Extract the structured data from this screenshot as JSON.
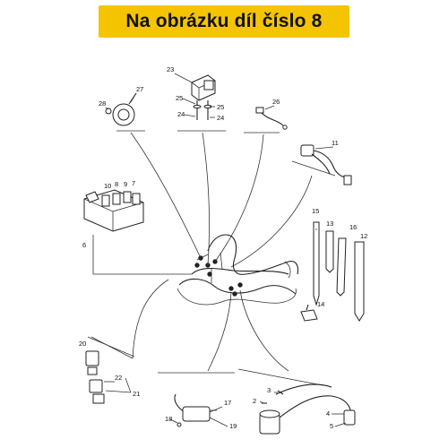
{
  "banner": {
    "title": "Na obrázku díl číslo 8",
    "color": "#f5c400"
  },
  "part_numbers": {
    "p2": "2",
    "p3": "3",
    "p4": "4",
    "p5": "5",
    "p6": "6",
    "p7": "7",
    "p8": "8",
    "p9": "9",
    "p10": "10",
    "p11": "11",
    "p12": "12",
    "p13": "13",
    "p14": "14",
    "p15": "15",
    "p16": "16",
    "p17": "17",
    "p18": "18",
    "p19": "19",
    "p20": "20",
    "p21": "21",
    "p22": "22",
    "p23": "23",
    "p24a": "24",
    "p24b": "24",
    "p25a": "25",
    "p25b": "25",
    "p26": "26",
    "p27": "27",
    "p28": "28"
  }
}
